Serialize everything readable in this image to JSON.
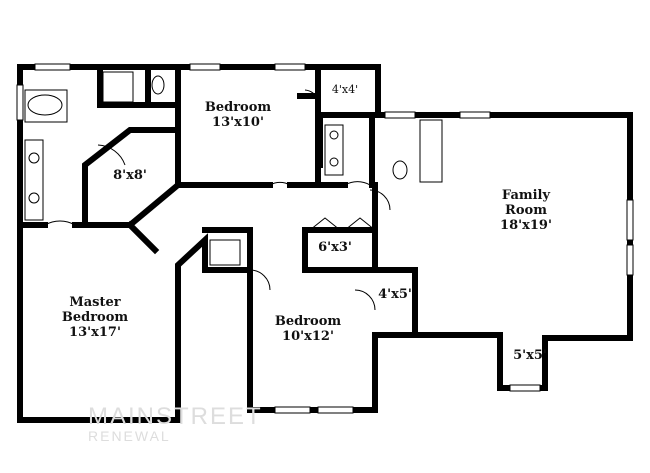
{
  "rooms": [
    {
      "name": "Master\nBedroom",
      "size": "13'x17'"
    },
    {
      "name": "Bedroom",
      "size": "13'x10'"
    },
    {
      "name": "Bedroom",
      "size": "10'x12'"
    },
    {
      "name": "Family\nRoom",
      "size": "18'x19'"
    }
  ],
  "closets": [
    "8'x8'",
    "4'x4'",
    "6'x3'",
    "4'x5'",
    "5'x5'"
  ],
  "watermark": {
    "line1": "MAINSTREET",
    "line2": "RENEWAL"
  }
}
